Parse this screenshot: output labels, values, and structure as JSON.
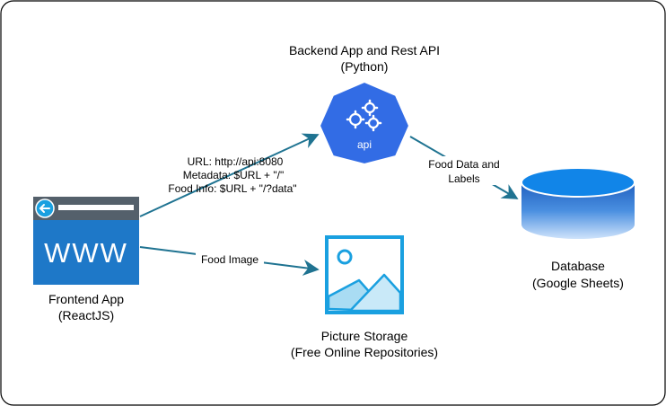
{
  "nodes": {
    "backend": {
      "title": "Backend App and Rest API",
      "subtitle": "(Python)",
      "icon_text": "api"
    },
    "frontend": {
      "title": "Frontend App",
      "subtitle": "(ReactJS)",
      "icon_text": "WWW"
    },
    "database": {
      "title": "Database",
      "subtitle": "(Google Sheets)"
    },
    "storage": {
      "title": "Picture Storage",
      "subtitle": "(Free Online Repositories)"
    }
  },
  "edges": {
    "frontend_to_backend": {
      "line1": "URL: http://api:8080",
      "line2": "Metadata: $URL + \"/\"",
      "line3": "Food Info: $URL + \"/?data\""
    },
    "backend_to_database": {
      "line1": "Food Data and",
      "line2": "Labels"
    },
    "frontend_to_storage": {
      "line1": "Food Image"
    }
  },
  "colors": {
    "arrow": "#1f7391",
    "k8s_blue": "#326ce5",
    "browser_blue": "#1e78c8",
    "browser_bar": "#54606b",
    "db_dark": "#1f5fbf",
    "db_light": "#1185e8",
    "picture_blue": "#1aa0e0"
  }
}
